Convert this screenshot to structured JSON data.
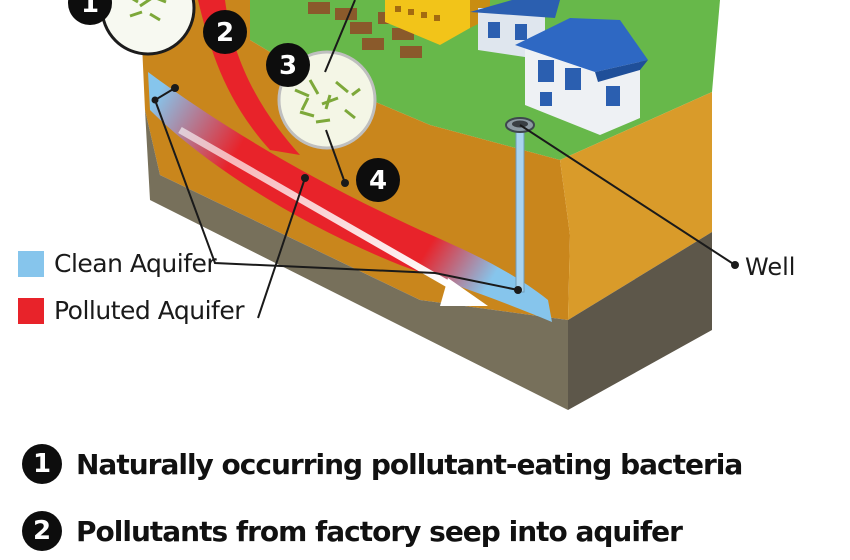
{
  "colors": {
    "clean": "#86c5ec",
    "polluted": "#e8232a",
    "soil": "#c9861c",
    "bedrock": "#77705b",
    "grass": "#67b84a"
  },
  "legend": {
    "clean_label": "Clean Aquifer",
    "polluted_label": "Polluted Aquifer"
  },
  "callouts": {
    "well_label": "Well",
    "n1": "1",
    "n2": "2",
    "n3": "3",
    "n4": "4"
  },
  "key": [
    {
      "number": "1",
      "text": "Naturally occurring pollutant-eating bacteria"
    },
    {
      "number": "2",
      "text": "Pollutants from factory seep into aquifer"
    }
  ]
}
